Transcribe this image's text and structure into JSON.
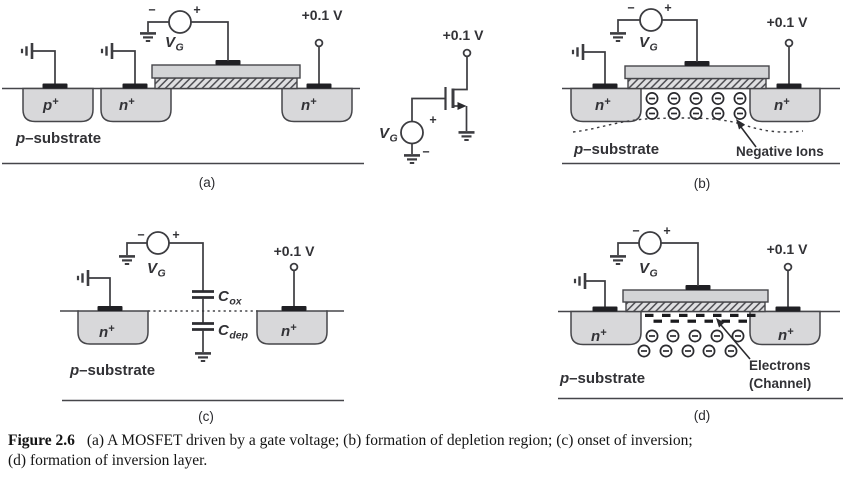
{
  "labels": {
    "vg_base": "V",
    "vg_sub": "G",
    "plus": "+",
    "minus": "−",
    "bias": "+0.1 V",
    "p_base": "p",
    "n_base": "n",
    "sup_plus": "+",
    "substrate_base": "p",
    "substrate_rest": "–substrate",
    "cox_base": "C",
    "cox_sub": "ox",
    "cdep_base": "C",
    "cdep_sub": "dep",
    "negative_ions": "Negative Ions",
    "electrons": "Electrons",
    "channel": "(Channel)"
  },
  "panel_tags": {
    "a": "(a)",
    "b": "(b)",
    "c": "(c)",
    "d": "(d)"
  },
  "caption": {
    "figure": "Figure 2.6",
    "line1": "(a) A MOSFET driven by a gate voltage; (b) formation of depletion region; (c) onset of inversion;",
    "line2": "(d) formation of inversion layer."
  },
  "colors": {
    "line": "#3c3c40",
    "well_fill": "#d8d8da",
    "gate_fill": "#d3d4d6",
    "oxide_fill": "#e0e0e2",
    "contact": "#202024",
    "text": "#323236"
  }
}
